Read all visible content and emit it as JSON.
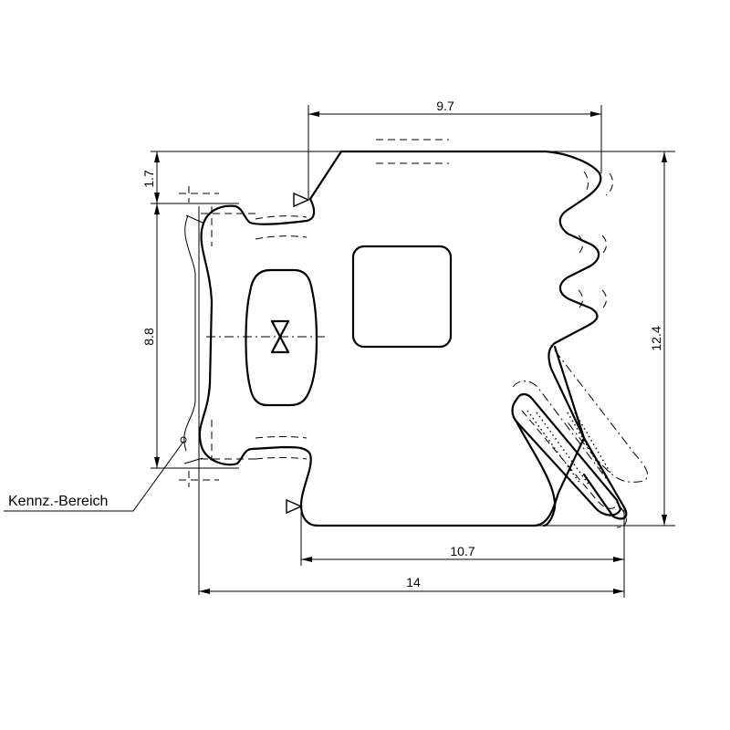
{
  "drawing": {
    "type": "technical-profile-cross-section",
    "background": "#ffffff",
    "line_color": "#000000",
    "dimensions": {
      "top_width": "9.7",
      "bottom_width": "10.7",
      "overall_width": "14",
      "overall_height": "12.4",
      "left_height": "8.8",
      "top_offset": "1.7"
    },
    "labels": {
      "marking_area": "Kennz.-Bereich"
    },
    "symbols": {
      "triangle_markers": 2,
      "hourglass_symbol": "center-mark",
      "square_cavity": "square-hollow",
      "oval_cavity": "oval-hollow"
    }
  }
}
